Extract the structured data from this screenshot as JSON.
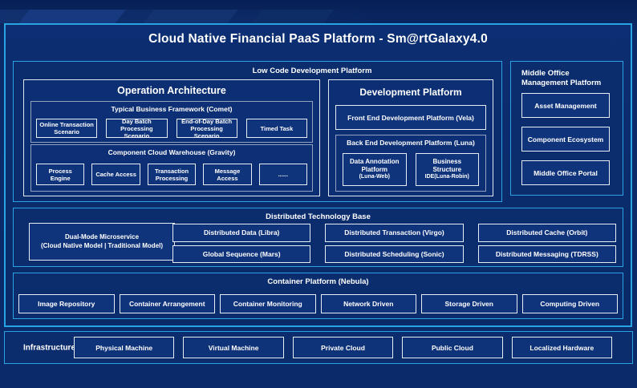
{
  "title": "Cloud Native Financial PaaS Platform - Sm@rtGalaxy4.0",
  "colors": {
    "accent_border": "#2AA3E2",
    "background": "#0A2A69",
    "box_border_light": "#E6EDF6",
    "group_border": "#94A3BD"
  },
  "low_code": {
    "label": "Low Code Development Platform",
    "operation_architecture": {
      "title": "Operation Architecture",
      "typical_business": {
        "label": "Typical Business Framework (Comet)",
        "items": [
          "Online Transaction Scenario",
          "Day Batch Processing Scenario",
          "End-of-Day Batch Processing Scenario",
          "Timed Task"
        ]
      },
      "component_warehouse": {
        "label": "Component Cloud Warehouse (Gravity)",
        "items": [
          "Process Engine",
          "Cache Access",
          "Transaction Processing",
          "Message Access",
          "......"
        ]
      }
    },
    "development_platform": {
      "title": "Development Platform",
      "front_end": "Front End Development Platform (Vela)",
      "back_end": {
        "label": "Back End Development Platform (Luna)",
        "items": [
          {
            "name": "Data Annotation Platform",
            "sub": "(Luna-Web)"
          },
          {
            "name": "Business Structure",
            "sub": "IDE(Luna-Robin)"
          }
        ]
      }
    }
  },
  "middle_office": {
    "label": "Middle Office Management Platform",
    "items": [
      "Asset Management",
      "Component Ecosystem",
      "Middle Office Portal"
    ]
  },
  "distributed": {
    "label": "Distributed Technology Base",
    "dual_mode": {
      "name": "Dual-Mode Microservice",
      "sub": "(Cloud Native Model | Traditional Model)"
    },
    "cells": [
      "Distributed Data (Libra)",
      "Distributed Transaction (Virgo)",
      "Distributed Cache (Orbit)",
      "Global Sequence (Mars)",
      "Distributed Scheduling (Sonic)",
      "Distributed Messaging (TDRSS)"
    ]
  },
  "container_platform": {
    "label": "Container Platform (Nebula)",
    "items": [
      "Image Repository",
      "Container Arrangement",
      "Container Monitoring",
      "Network Driven",
      "Storage Driven",
      "Computing Driven"
    ]
  },
  "infrastructure": {
    "label": "Infrastructure",
    "items": [
      "Physical Machine",
      "Virtual Machine",
      "Private Cloud",
      "Public Cloud",
      "Localized Hardware"
    ]
  }
}
